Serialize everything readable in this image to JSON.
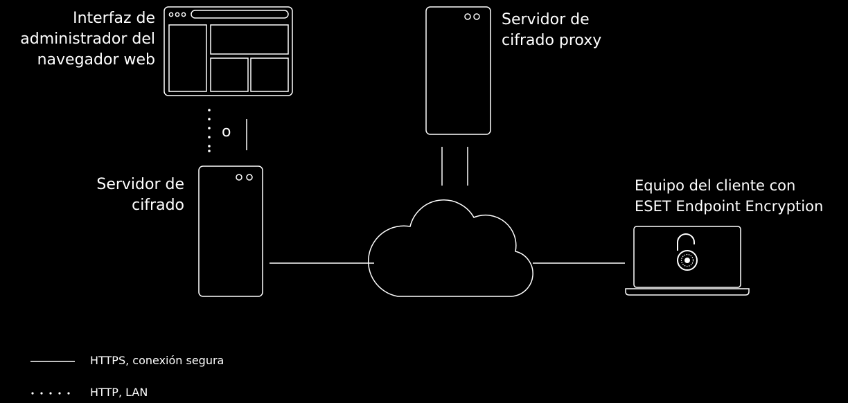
{
  "nodes": {
    "browser_admin": {
      "line1": "Interfaz de",
      "line2": "administrador del",
      "line3": "navegador web"
    },
    "proxy_server": {
      "line1": "Servidor de",
      "line2": "cifrado proxy"
    },
    "encryption_server": {
      "line1": "Servidor de",
      "line2": "cifrado"
    },
    "client": {
      "line1": "Equipo del cliente con",
      "line2": "ESET Endpoint Encryption"
    }
  },
  "or_label": "o",
  "legend": {
    "https": "HTTPS, conexión segura",
    "http": "HTTP, LAN"
  },
  "colors": {
    "background": "#000000",
    "foreground": "#ffffff"
  }
}
